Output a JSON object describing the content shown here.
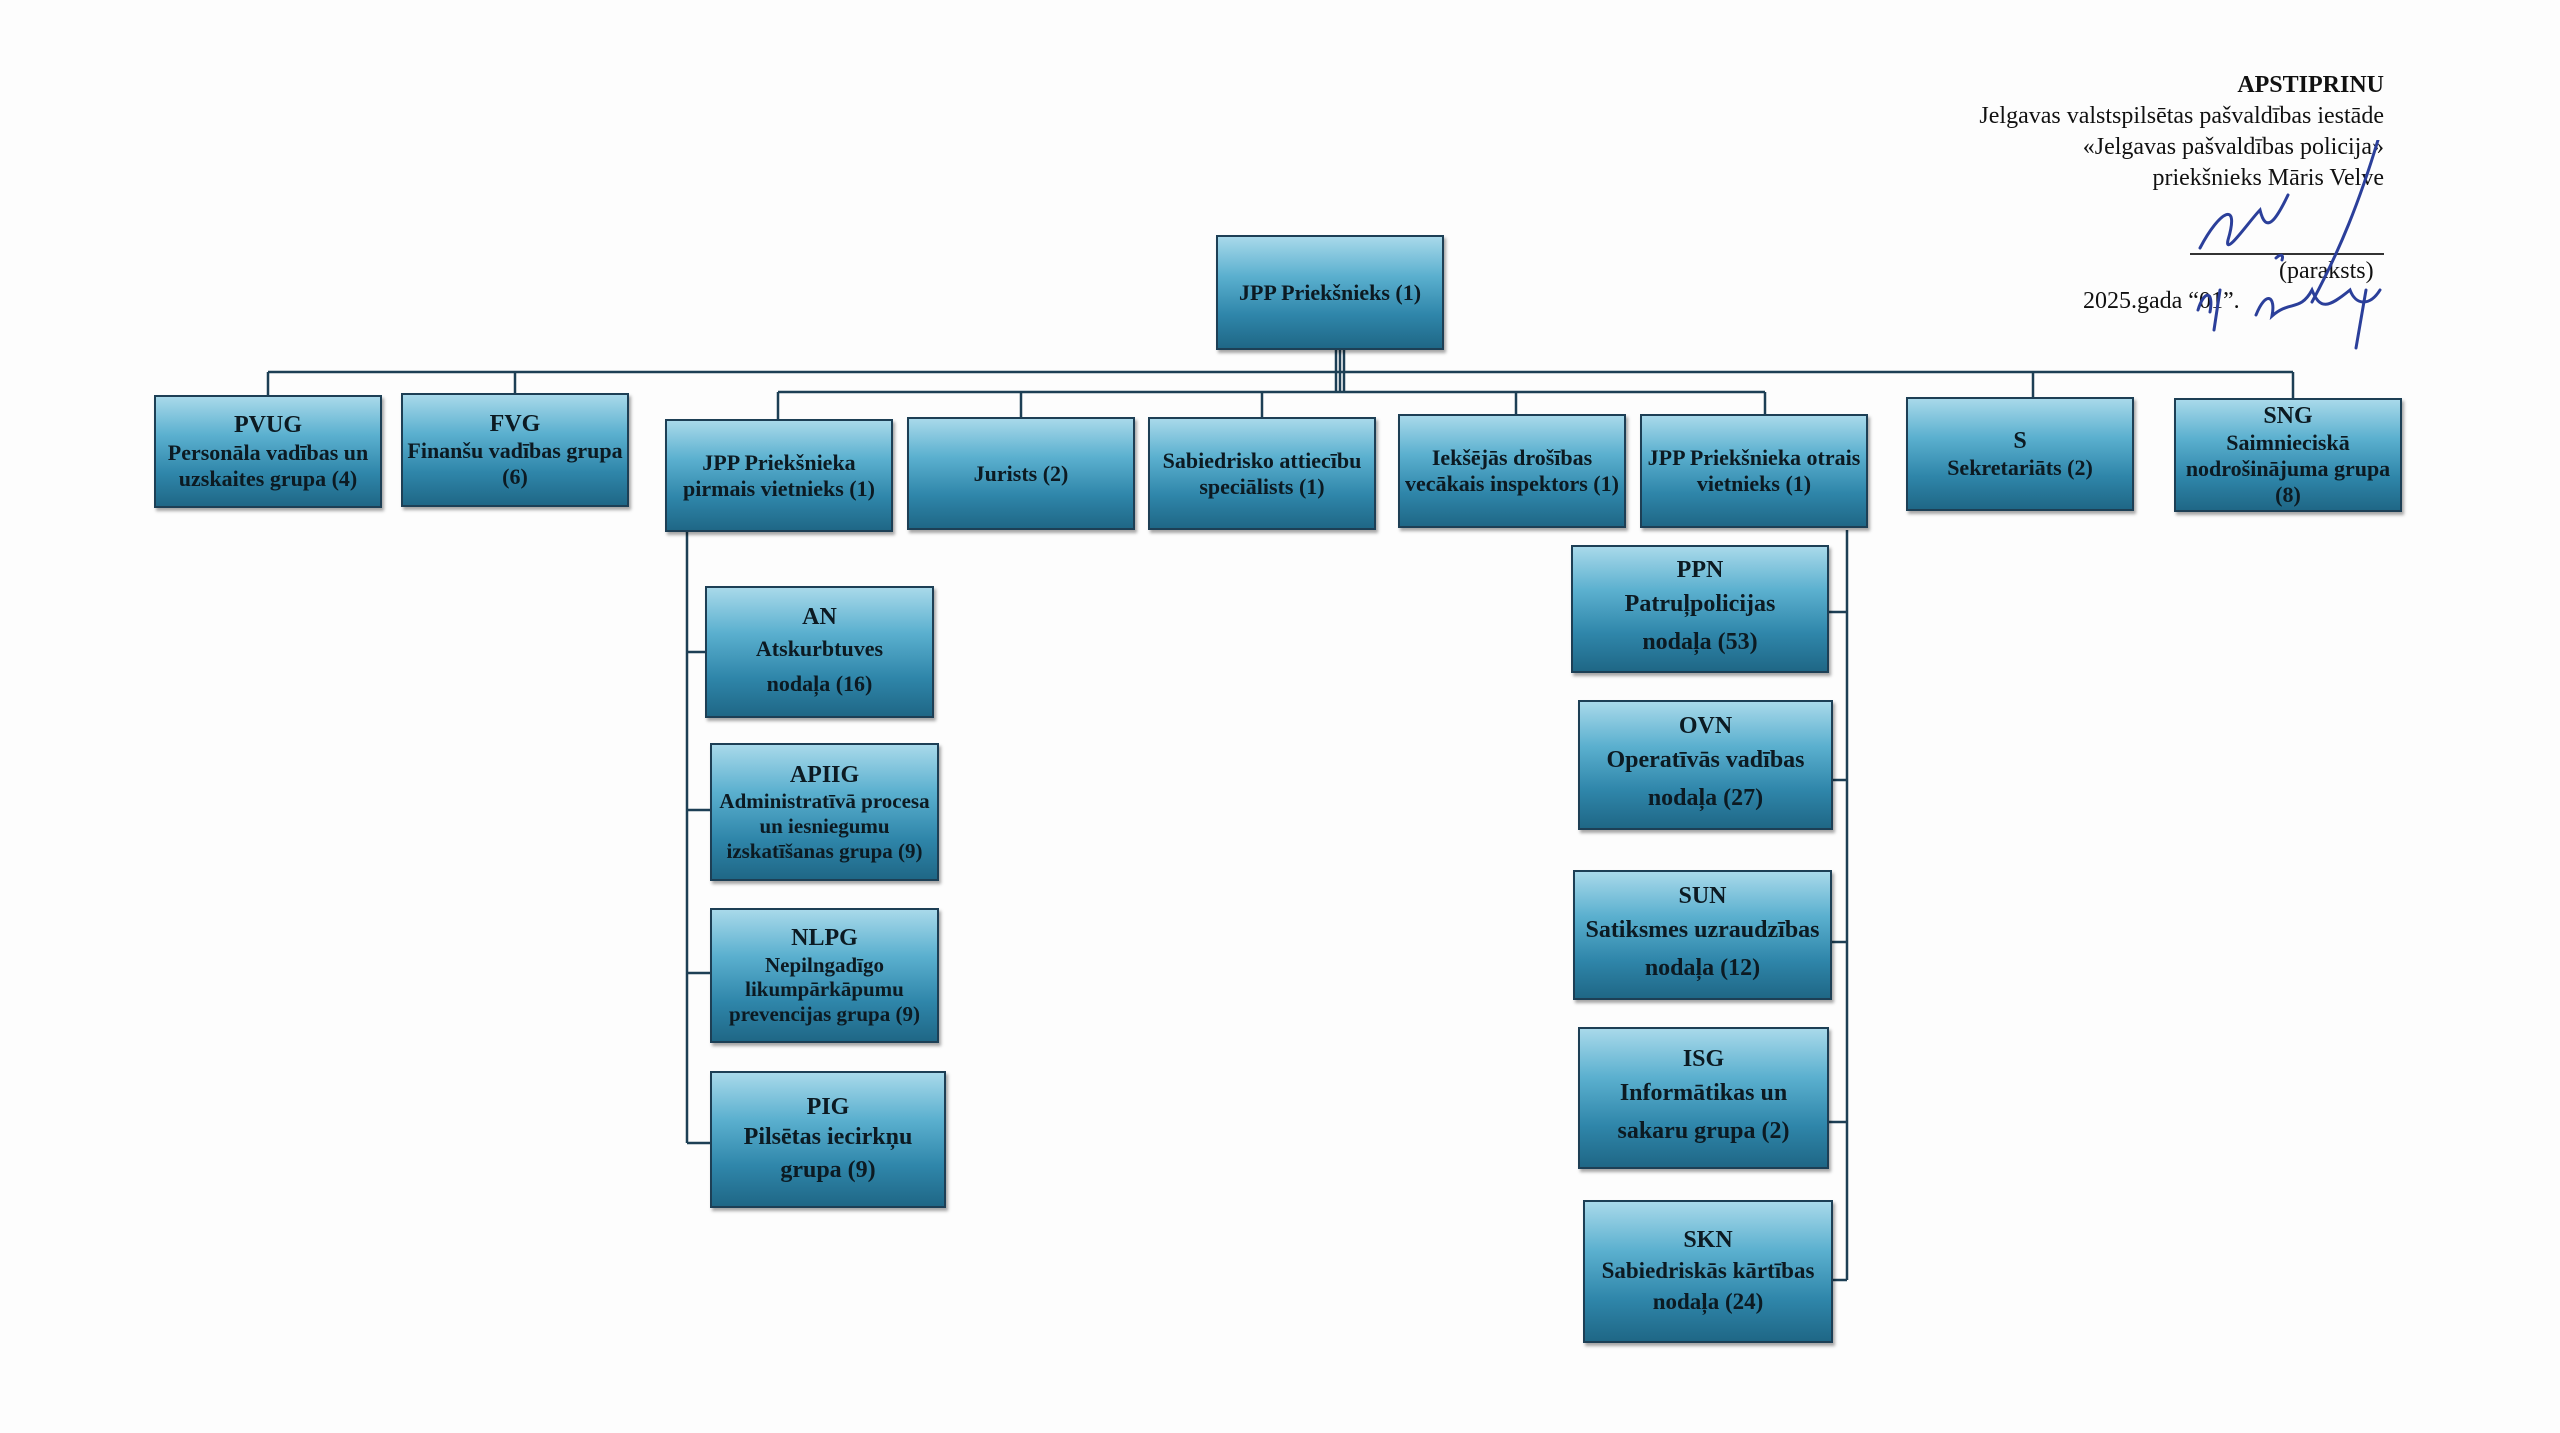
{
  "approval": {
    "heading": "APSTIPRINU",
    "line1": "Jelgavas valstspilsētas pašvaldības iestāde",
    "line2": "«Jelgavas pašvaldības policija»",
    "line3": "priekšnieks Māris Velve",
    "signature_label": "(paraksts)",
    "date_text": "2025.gada “01”.",
    "signature_icon": "handwritten-signature"
  },
  "org": {
    "head": {
      "name": "JPP Priekšnieks (1)"
    },
    "top_units": [
      {
        "code": "PVUG",
        "name": "Personāla vadības un uzskaites grupa (4)"
      },
      {
        "code": "FVG",
        "name": "Finanšu vadības grupa (6)"
      },
      {
        "code": "",
        "name": "JPP Priekšnieka pirmais vietnieks (1)"
      },
      {
        "code": "",
        "name": "Jurists (2)"
      },
      {
        "code": "",
        "name": "Sabiedrisko attiecību speciālists (1)"
      },
      {
        "code": "",
        "name": "Iekšējās drošības vecākais inspektors (1)"
      },
      {
        "code": "",
        "name": "JPP Priekšnieka otrais vietnieks (1)"
      },
      {
        "code": "S",
        "name": "Sekretariāts (2)"
      },
      {
        "code": "SNG",
        "name": "Saimnieciskā nodrošinājuma grupa (8)"
      }
    ],
    "first_deputy_units": [
      {
        "code": "AN",
        "name": "Atskurbtuves nodaļa (16)"
      },
      {
        "code": "APIIG",
        "name": "Administratīvā procesa un iesniegumu izskatīšanas grupa (9)"
      },
      {
        "code": "NLPG",
        "name": "Nepilngadīgo likumpārkāpumu prevencijas grupa (9)"
      },
      {
        "code": "PIG",
        "name": "Pilsētas iecirkņu grupa (9)"
      }
    ],
    "second_deputy_units": [
      {
        "code": "PPN",
        "name": "Patruļpolicijas nodaļa (53)"
      },
      {
        "code": "OVN",
        "name": "Operatīvās vadības nodaļa (27)"
      },
      {
        "code": "SUN",
        "name": "Satiksmes uzraudzības nodaļa (12)"
      },
      {
        "code": "ISG",
        "name": "Informātikas un sakaru grupa (2)"
      },
      {
        "code": "SKN",
        "name": "Sabiedriskās kārtības nodaļa (24)"
      }
    ]
  }
}
